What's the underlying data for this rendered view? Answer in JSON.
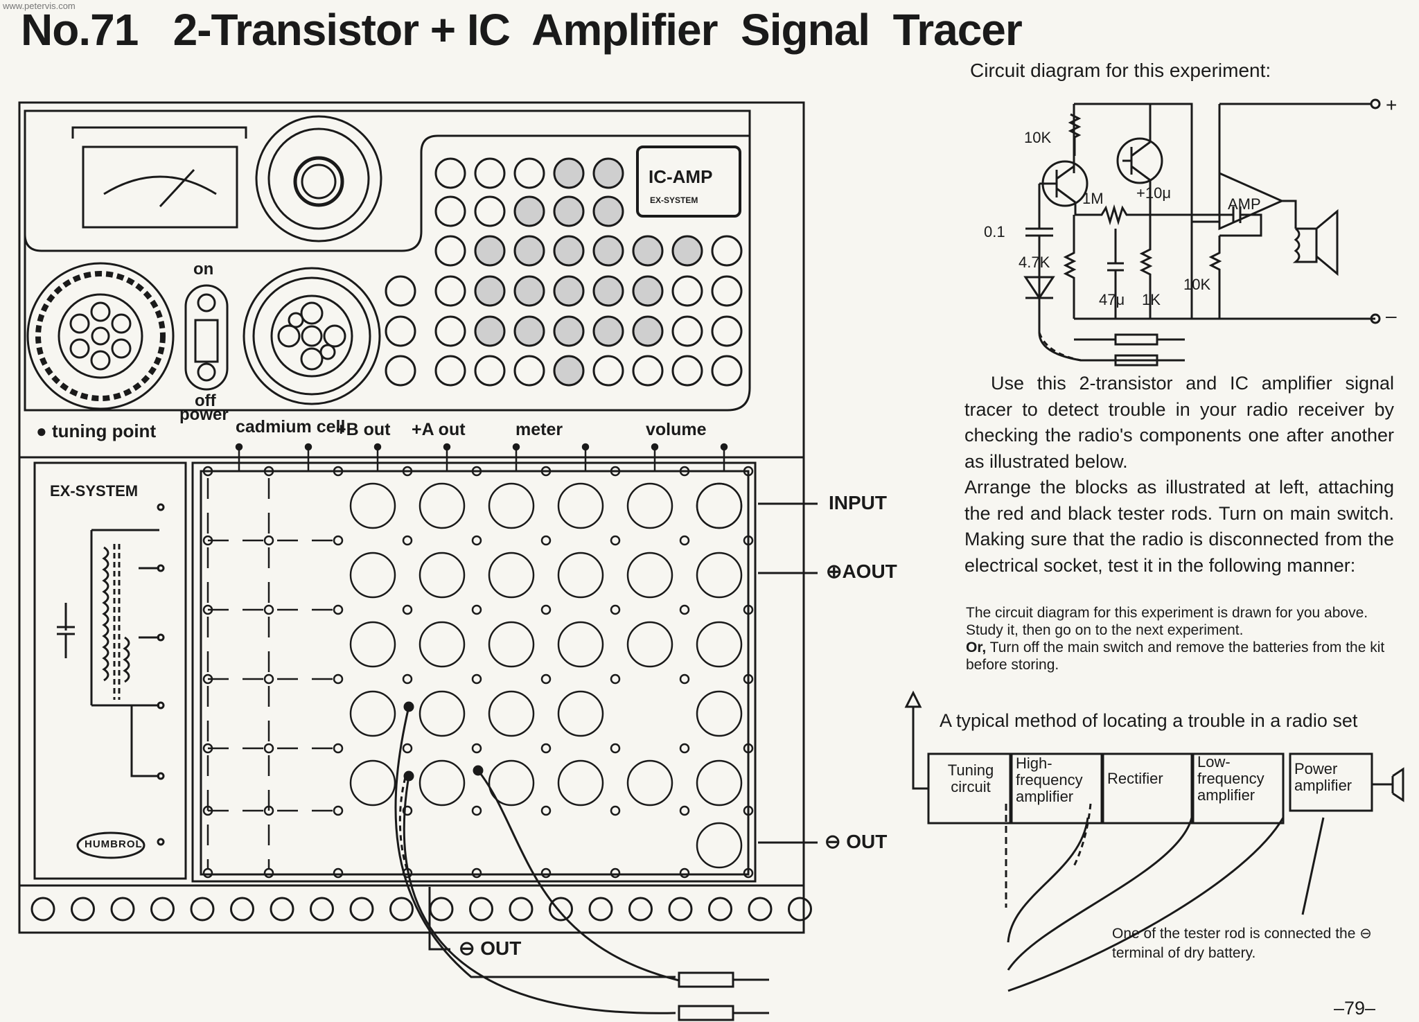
{
  "watermark": "www.petervis.com",
  "title": "No.71   2-Transistor + IC  Amplifier  Signal  Tracer",
  "circuit_caption": "Circuit diagram for this experiment:",
  "paragraphs": [
    "Use this 2-transistor and IC amplifier signal tracer to detect trouble in your radio receiver by checking the radio's components one after another as illustrated below.",
    "Arrange the blocks as illustrated at left, attaching the red and black tester rods. Turn on main switch. Making sure that the radio is disconnected from the electrical socket, test it in the following manner:"
  ],
  "note": {
    "line1": "The circuit diagram for this experiment is drawn for you above. Study it, then go on to the next experiment.",
    "or_word": "Or,",
    "line2": " Turn off the main switch and remove the batteries from the kit before storing."
  },
  "method_caption": "A typical method of locating a trouble in a radio  set",
  "blocks": [
    {
      "label": "Tuning circuit"
    },
    {
      "label": "High-frequency amplifier"
    },
    {
      "label": "Rectifier"
    },
    {
      "label": "Low-frequency amplifier"
    },
    {
      "label": "Power amplifier"
    }
  ],
  "tester_note": "One of the tester rod is connected the ⊖ terminal of dry battery.",
  "page_number": "–79–",
  "kit": {
    "power_on": "on",
    "power_off": "off",
    "power_label": "power",
    "tuning_point": "tuning point",
    "terminals": [
      "cadmium cell",
      "+B out",
      "+A out",
      "meter",
      "volume"
    ],
    "right_labels": [
      "INPUT",
      "⊕AOUT",
      "⊖ OUT"
    ],
    "bottom_label": "⊖ OUT",
    "ex_system": "EX-SYSTEM",
    "brand": "HUMBROL",
    "ic_amp": "IC-AMP",
    "ic_sub": "EX-SYSTEM"
  },
  "circuit_labels": {
    "r1": "10K",
    "r2": "1M",
    "c1": "+10μ",
    "amp": "AMP",
    "c2": "0.1",
    "r3": "4.7K",
    "c3": "47μ",
    "r4": "1K",
    "vr": "10K",
    "plus": "+",
    "minus": "–"
  }
}
